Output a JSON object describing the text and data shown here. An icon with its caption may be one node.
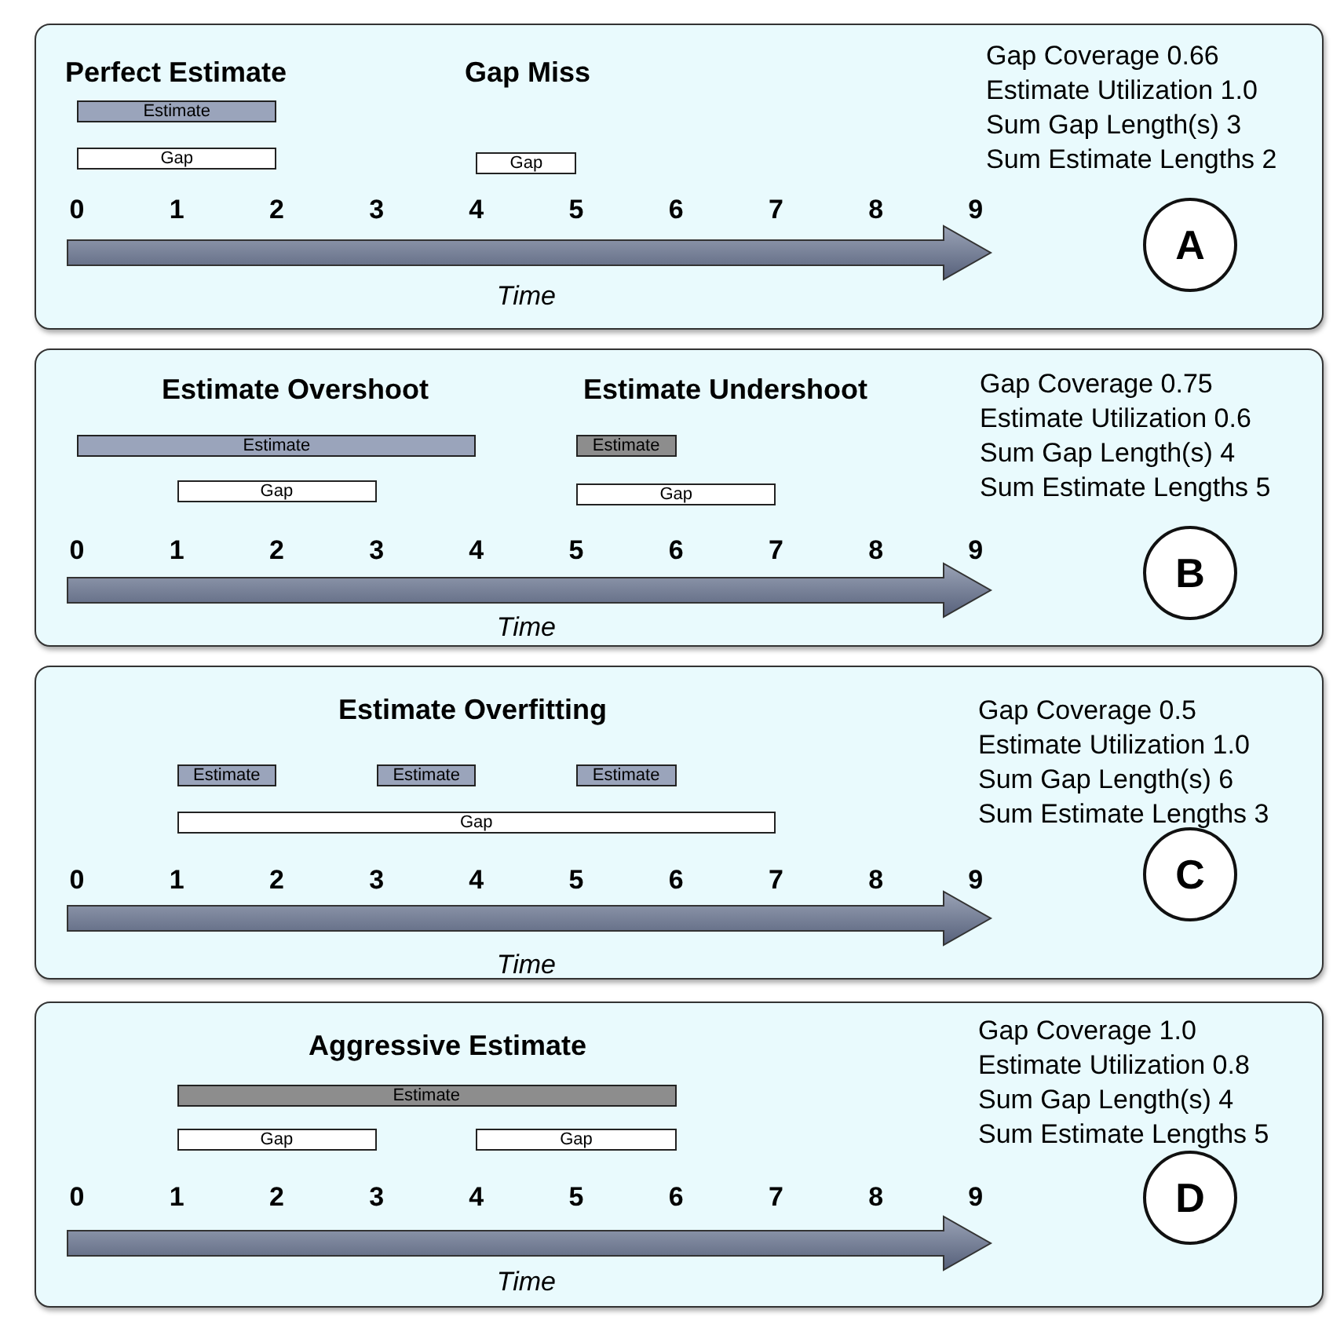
{
  "diagram": {
    "nodes": [
      {
        "text": [
          "Perfect Estimate",
          "Gap Miss",
          "Gap Coverage 0.66",
          "Estimate Utilization 1.0",
          "Sum Gap Length(s) 3",
          "Sum Estimate Lengths 2",
          "Time"
        ]
      },
      {
        "text": [
          "Estimate"
        ],
        "in": 0
      },
      {
        "text": [
          "Gap"
        ],
        "in": 0
      },
      {
        "text": [
          "Gap"
        ],
        "in": 0
      },
      {
        "text": [
          "A"
        ],
        "in": 0
      },
      {
        "text": [
          "Estimate Overshoot",
          "Estimate Undershoot",
          "Gap Coverage 0.75",
          "Estimate Utilization 0.6",
          "Sum Gap Length(s) 4",
          "Sum Estimate Lengths 5",
          "Time"
        ]
      },
      {
        "text": [
          "Estimate"
        ],
        "in": 5
      },
      {
        "text": [
          "Gap"
        ],
        "in": 5
      },
      {
        "text": [
          "Estimate"
        ],
        "in": 5
      },
      {
        "text": [
          "Gap"
        ],
        "in": 5
      },
      {
        "text": [
          "B"
        ],
        "in": 5
      },
      {
        "text": [
          "Estimate Overfitting",
          "Gap Coverage 0.5",
          "Estimate Utilization 1.0",
          "Sum Gap Length(s) 6",
          "Sum Estimate Lengths 3",
          "Time"
        ]
      },
      {
        "text": [
          "Estimate"
        ],
        "in": 11
      },
      {
        "text": [
          "Estimate"
        ],
        "in": 11
      },
      {
        "text": [
          "Estimate"
        ],
        "in": 11
      },
      {
        "text": [
          "Gap"
        ],
        "in": 11
      },
      {
        "text": [
          "C"
        ],
        "in": 11
      },
      {
        "text": [
          "Aggressive Estimate",
          "Gap Coverage 1.0",
          "Estimate Utilization 0.8",
          "Sum Gap Length(s) 4",
          "Sum Estimate Lengths 5",
          "Time"
        ]
      },
      {
        "text": [
          "Estimate"
        ],
        "in": 17
      },
      {
        "text": [
          "Gap"
        ],
        "in": 17
      },
      {
        "text": [
          "Gap"
        ],
        "in": 17
      },
      {
        "text": [
          "D"
        ],
        "in": 17
      }
    ],
    "labels": [
      "0",
      "1",
      "2",
      "3",
      "4",
      "5",
      "6",
      "7",
      "8",
      "9",
      "0",
      "1",
      "2",
      "3",
      "4",
      "5",
      "6",
      "7",
      "8",
      "9",
      "0",
      "1",
      "2",
      "3",
      "4",
      "5",
      "6",
      "7",
      "8",
      "9",
      "0",
      "1",
      "2",
      "3",
      "4",
      "5",
      "6",
      "7",
      "8",
      "9"
    ]
  }
}
